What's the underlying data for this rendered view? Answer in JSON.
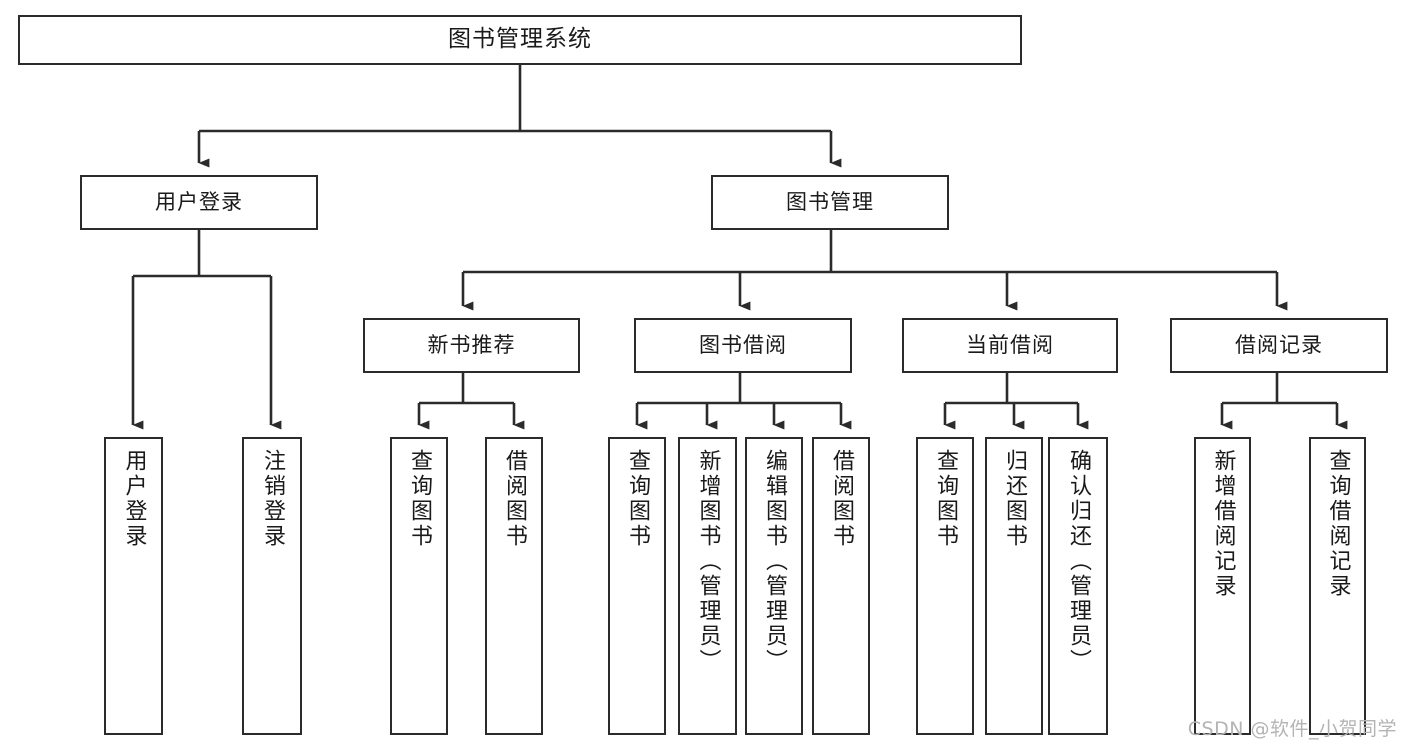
{
  "diagram": {
    "type": "tree",
    "title": "图书管理系统",
    "watermark": "CSDN @软件_小贺同学",
    "colors": {
      "box_border": "#2b2b2b",
      "box_fill": "#ffffff",
      "connector": "#2b2b2b",
      "text": "#1a1a1a",
      "watermark": "#b4b4b4",
      "background": "#ffffff"
    },
    "nodes": {
      "root": {
        "label": "图书管理系统"
      },
      "level1": [
        {
          "label": "用户登录"
        },
        {
          "label": "图书管理"
        }
      ],
      "level2": [
        {
          "label": "新书推荐"
        },
        {
          "label": "图书借阅"
        },
        {
          "label": "当前借阅"
        },
        {
          "label": "借阅记录"
        }
      ],
      "leaves": {
        "user_login": [
          {
            "label": "用户登录"
          },
          {
            "label": "注销登录"
          }
        ],
        "new_book": [
          {
            "label": "查询图书"
          },
          {
            "label": "借阅图书"
          }
        ],
        "book_borrow": [
          {
            "label": "查询图书"
          },
          {
            "label": "新增图书（管理员）"
          },
          {
            "label": "编辑图书（管理员）"
          },
          {
            "label": "借阅图书"
          }
        ],
        "current_borrow": [
          {
            "label": "查询图书"
          },
          {
            "label": "归还图书"
          },
          {
            "label": "确认归还（管理员）"
          }
        ],
        "borrow_record": [
          {
            "label": "新增借阅记录"
          },
          {
            "label": "查询借阅记录"
          }
        ]
      }
    }
  }
}
